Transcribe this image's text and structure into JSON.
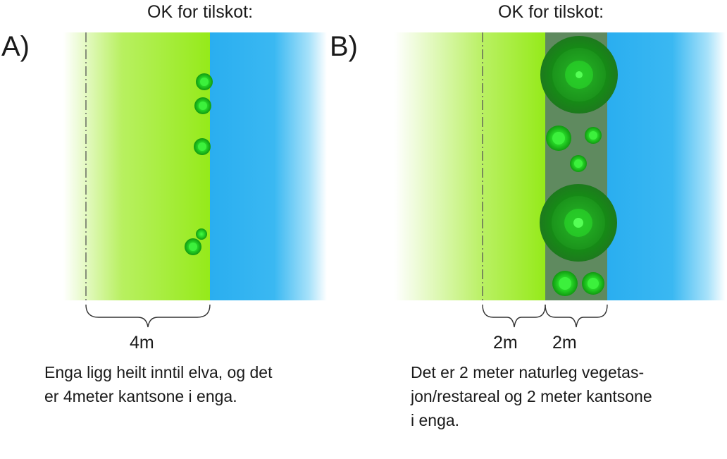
{
  "panel_a": {
    "letter": "A)",
    "title": "OK for tilskot:",
    "dimension": "4m",
    "caption": "Enga ligg heilt inntil elva, og det\ner 4meter kantsone i enga."
  },
  "panel_b": {
    "letter": "B)",
    "title": "OK for tilskot:",
    "dimension_1": "2m",
    "dimension_2": "2m",
    "caption": "Det er 2 meter naturleg vegetas-\njon/restareal og 2 meter kantsone\ni enga."
  },
  "colors": {
    "meadow": "#99ee22",
    "water": "#33b5f0",
    "vegetation_strip": "#5f8a5f",
    "bush": "#22dd22"
  }
}
